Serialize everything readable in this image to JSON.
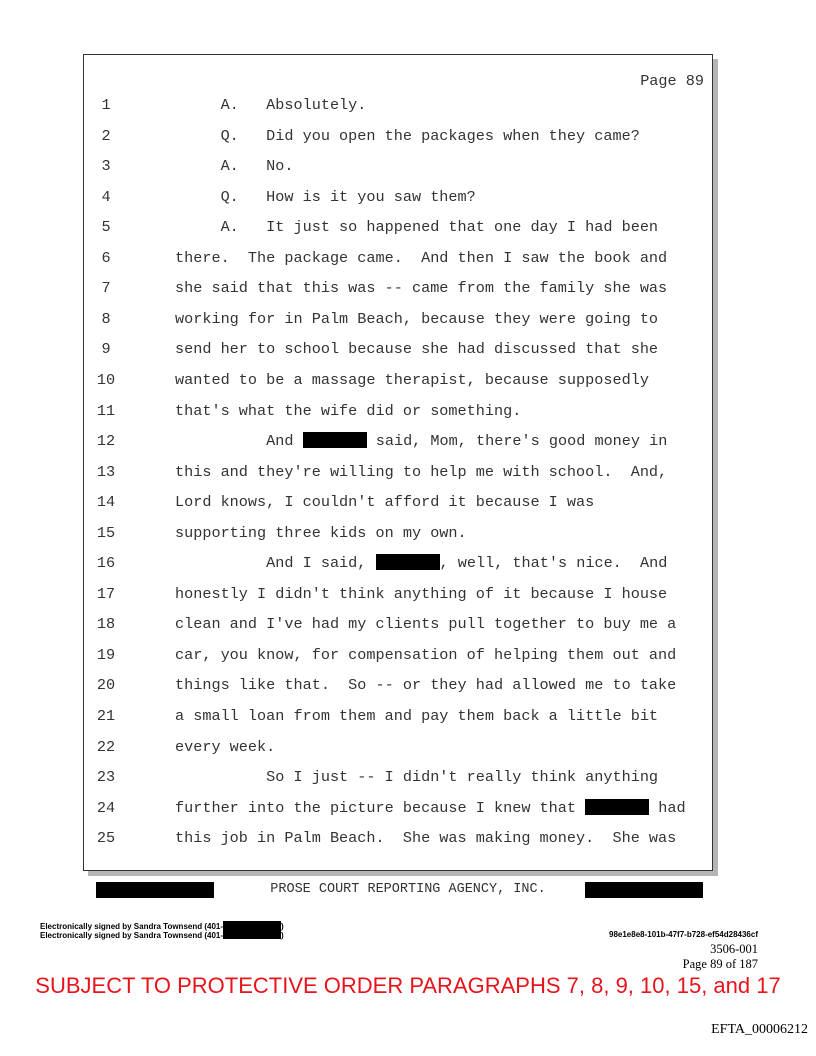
{
  "header": {
    "page_label": "Page 89"
  },
  "lines": [
    {
      "n": "1",
      "segs": [
        "     A.   Absolutely."
      ]
    },
    {
      "n": "2",
      "segs": [
        "     Q.   Did you open the packages when they came?"
      ]
    },
    {
      "n": "3",
      "segs": [
        "     A.   No."
      ]
    },
    {
      "n": "4",
      "segs": [
        "     Q.   How is it you saw them?"
      ]
    },
    {
      "n": "5",
      "segs": [
        "     A.   It just so happened that one day I had been"
      ]
    },
    {
      "n": "6",
      "segs": [
        "there.  The package came.  And then I saw the book and"
      ]
    },
    {
      "n": "7",
      "segs": [
        "she said that this was -- came from the family she was"
      ]
    },
    {
      "n": "8",
      "segs": [
        "working for in Palm Beach, because they were going to"
      ]
    },
    {
      "n": "9",
      "segs": [
        "send her to school because she had discussed that she"
      ]
    },
    {
      "n": "10",
      "segs": [
        "wanted to be a massage therapist, because supposedly"
      ]
    },
    {
      "n": "11",
      "segs": [
        "that's what the wife did or something."
      ]
    },
    {
      "n": "12",
      "segs": [
        "          And ",
        null,
        " said, Mom, there's good money in"
      ]
    },
    {
      "n": "13",
      "segs": [
        "this and they're willing to help me with school.  And,"
      ]
    },
    {
      "n": "14",
      "segs": [
        "Lord knows, I couldn't afford it because I was"
      ]
    },
    {
      "n": "15",
      "segs": [
        "supporting three kids on my own."
      ]
    },
    {
      "n": "16",
      "segs": [
        "          And I said, ",
        null,
        ", well, that's nice.  And"
      ]
    },
    {
      "n": "17",
      "segs": [
        "honestly I didn't think anything of it because I house"
      ]
    },
    {
      "n": "18",
      "segs": [
        "clean and I've had my clients pull together to buy me a"
      ]
    },
    {
      "n": "19",
      "segs": [
        "car, you know, for compensation of helping them out and"
      ]
    },
    {
      "n": "20",
      "segs": [
        "things like that.  So -- or they had allowed me to take"
      ]
    },
    {
      "n": "21",
      "segs": [
        "a small loan from them and pay them back a little bit"
      ]
    },
    {
      "n": "22",
      "segs": [
        "every week."
      ]
    },
    {
      "n": "23",
      "segs": [
        "          So I just -- I didn't really think anything"
      ]
    },
    {
      "n": "24",
      "segs": [
        "further into the picture because I knew that ",
        null,
        " had"
      ]
    },
    {
      "n": "25",
      "segs": [
        "this job in Palm Beach.  She was making money.  She was"
      ]
    }
  ],
  "footer": {
    "agency": "PROSE COURT REPORTING AGENCY, INC.",
    "signature_1": "Electronically signed by Sandra Townsend (401-",
    "signature_2": "Electronically signed by Sandra Townsend (401-",
    "signature_close": ")",
    "hash": "98e1e8e8-101b-47f7-b728-ef54d28436cf",
    "case_no": "3506-001",
    "page_of": "Page 89 of 187",
    "protective_order": "SUBJECT TO PROTECTIVE ORDER PARAGRAPHS 7, 8, 9, 10, 15, and 17",
    "bates": "EFTA_00006212"
  },
  "colors": {
    "protective_text": "#e8141c",
    "redaction": "#000000"
  }
}
